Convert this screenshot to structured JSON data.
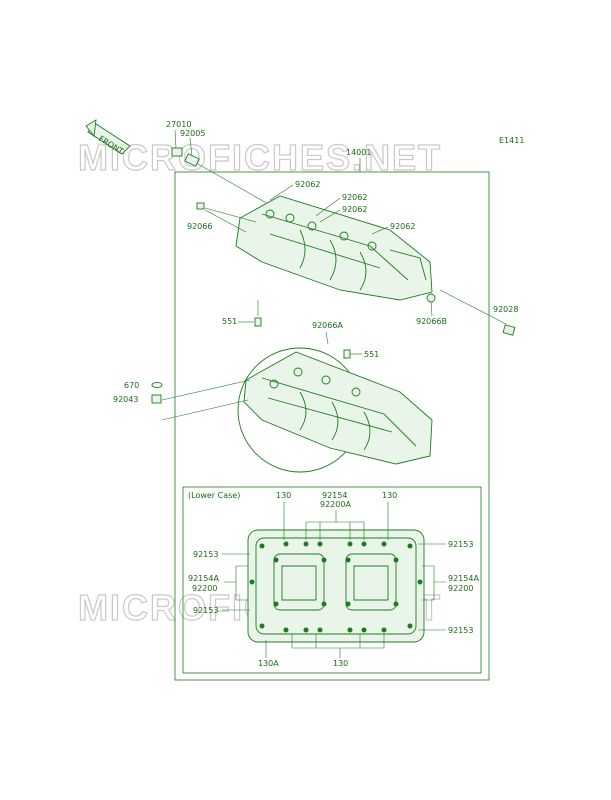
{
  "diagram": {
    "code": "E1411",
    "watermark": "MICROFICHES.NET",
    "front_label": "FRONT",
    "ink_color": "#1f7a1f",
    "lower_case_title": "(Lower Case)",
    "parts": {
      "p27010": "27010",
      "p92005": "92005",
      "p14001": "14001",
      "p92062a": "92062",
      "p92062b": "92062",
      "p92062c": "92062",
      "p92062d": "92062",
      "p92066": "92066",
      "p92028": "92028",
      "p92066b": "92066B",
      "p551a": "551",
      "p92066a": "92066A",
      "p551b": "551",
      "p670": "670",
      "p92043": "92043",
      "p130a": "130",
      "p92154a": "92154",
      "p92200a": "92200A",
      "p130b": "130",
      "p92153a": "92153",
      "p92153b": "92153",
      "p92154a_l": "92154A",
      "p92200_l": "92200",
      "p92154a_r": "92154A",
      "p92200_r": "92200",
      "p92153c": "92153",
      "p92153d": "92153",
      "p130a_bottom": "130A",
      "p130_bottom": "130"
    }
  }
}
